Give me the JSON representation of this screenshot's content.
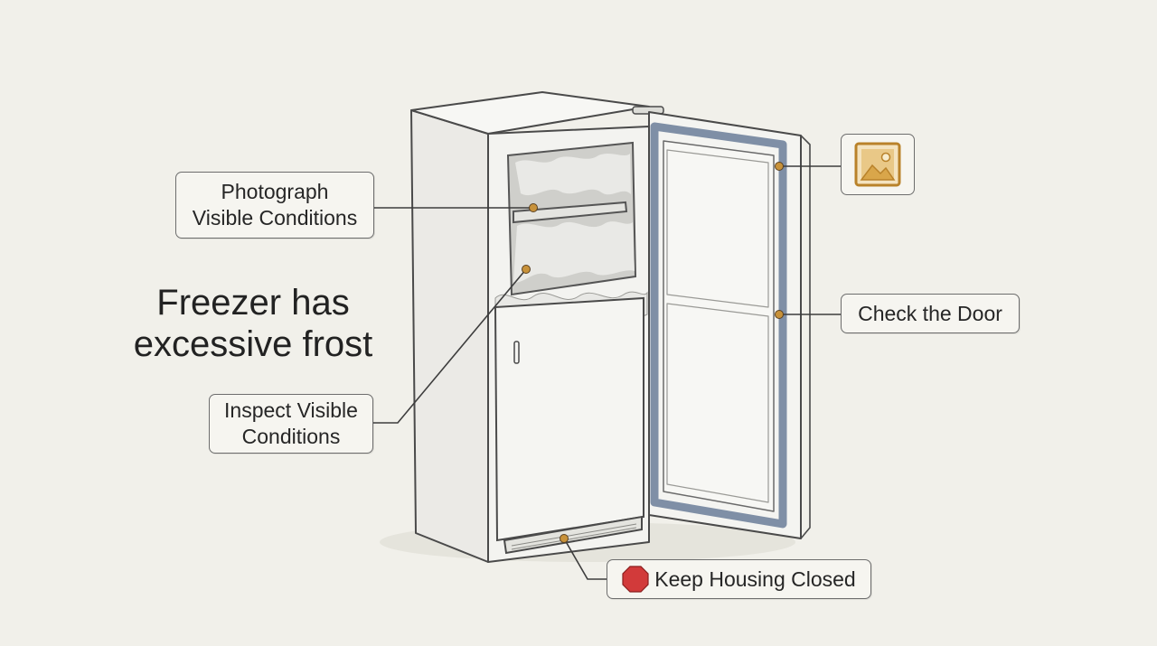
{
  "title": {
    "line1": "Freezer has",
    "line2": "excessive frost"
  },
  "callouts": {
    "photograph": {
      "line1": "Photograph",
      "line2": "Visible Conditions"
    },
    "inspect": {
      "line1": "Inspect Visible",
      "line2": "Conditions"
    },
    "door": {
      "label": "Check the Door"
    },
    "housing": {
      "label": "Keep Housing Closed",
      "icon": "stop-icon"
    },
    "image_badge": {
      "icon": "image-icon"
    }
  },
  "colors": {
    "background": "#f1f0ea",
    "door_gasket": "#7f8fa6",
    "connector_dot": "#c8923a",
    "stop_icon": "#d23a3a",
    "image_icon": "#d9a64a"
  }
}
